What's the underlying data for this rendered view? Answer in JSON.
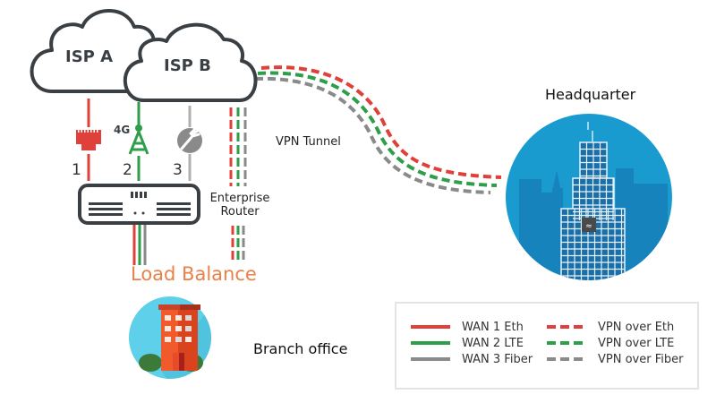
{
  "colors": {
    "eth": "#e0403a",
    "lte": "#2e9e4a",
    "fiber": "#8a8a8a",
    "outline": "#3a3f44",
    "load_balance": "#e8814a",
    "hq_circle": "#1a9bd0",
    "hq_skyline": "#1683bd",
    "hq_windows": "#1a6fa8",
    "branch_circle": "#5fd0ea",
    "branch_building": "#f15a2b",
    "branch_bush": "#3c7a3a"
  },
  "clouds": [
    {
      "id": "isp-a",
      "label": "ISP A"
    },
    {
      "id": "isp-b",
      "label": "ISP B"
    }
  ],
  "links": [
    {
      "number": "1",
      "type": "Ethernet",
      "icon": "ethernet-port-icon"
    },
    {
      "number": "2",
      "type": "LTE",
      "icon": "cell-tower-icon",
      "badge": "4G"
    },
    {
      "number": "3",
      "type": "Fiber",
      "icon": "fiber-cable-icon"
    }
  ],
  "labels": {
    "enterprise_router": [
      "Enterprise",
      "Router"
    ],
    "load_balance": "Load Balance",
    "branch_office": "Branch office",
    "headquarter": "Headquarter",
    "vpn_tunnel": "VPN Tunnel"
  },
  "legend": {
    "solid": [
      {
        "label": "WAN 1 Eth",
        "color_key": "eth"
      },
      {
        "label": "WAN 2 LTE",
        "color_key": "lte"
      },
      {
        "label": "WAN 3 Fiber",
        "color_key": "fiber"
      }
    ],
    "dashed": [
      {
        "label": "VPN over Eth",
        "color_key": "eth"
      },
      {
        "label": "VPN over LTE",
        "color_key": "lte"
      },
      {
        "label": "VPN over Fiber",
        "color_key": "fiber"
      }
    ]
  }
}
